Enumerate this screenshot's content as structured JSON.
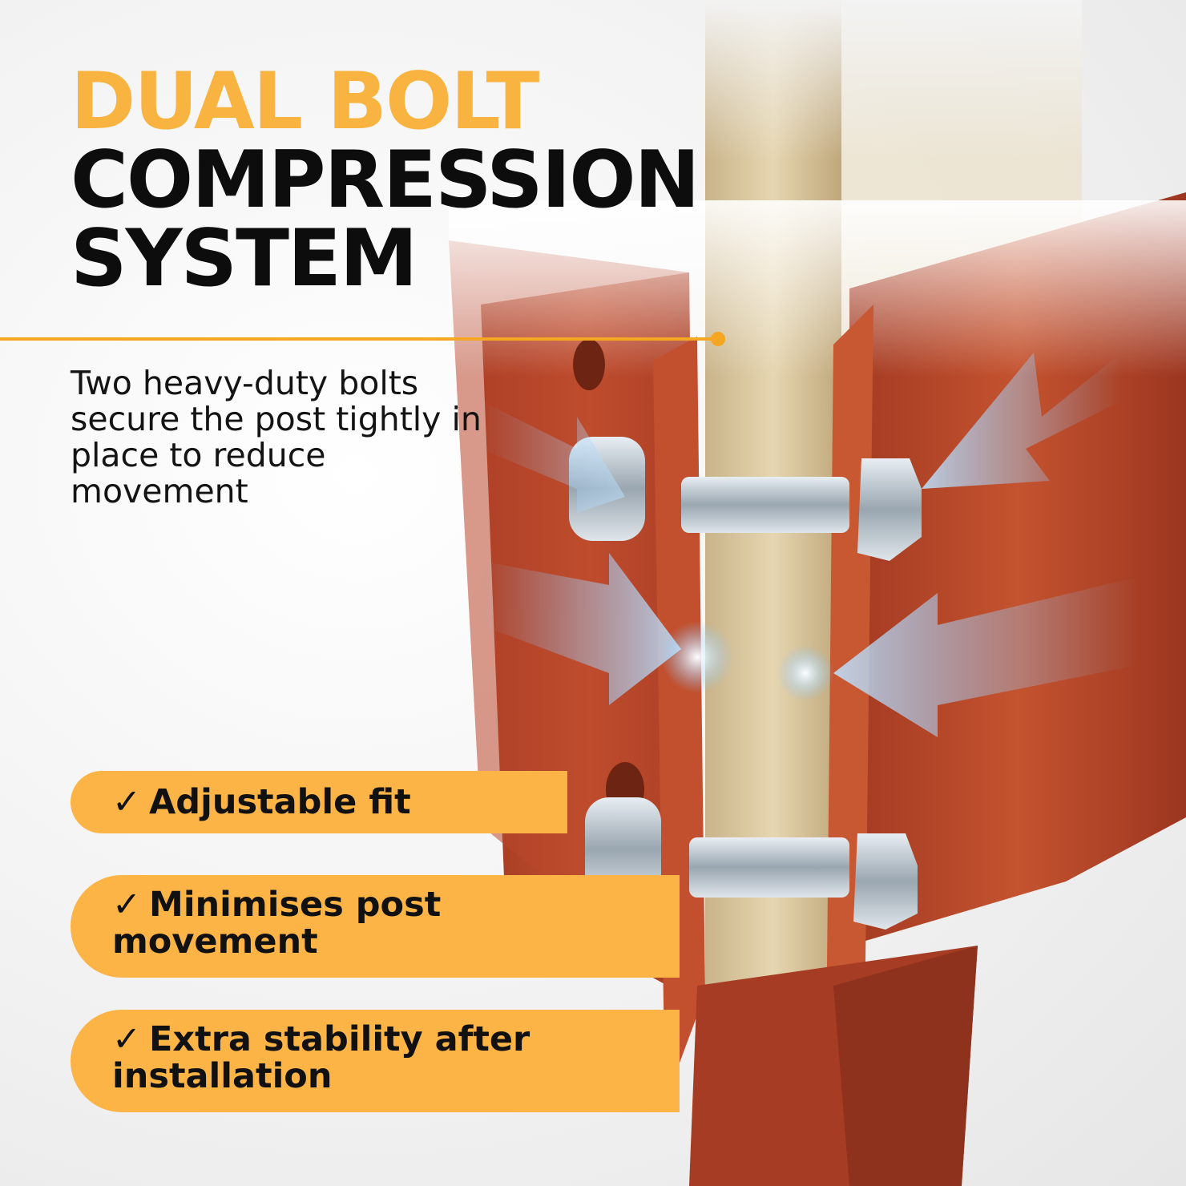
{
  "headline": {
    "line1": "DUAL BOLT",
    "line2": "COMPRESSION",
    "line3": "SYSTEM"
  },
  "description": "Two heavy-duty bolts secure the post tightly in place to reduce movement",
  "features": [
    {
      "check": "✓",
      "label": "Adjustable fit"
    },
    {
      "check": "✓",
      "label": "Minimises post movement"
    },
    {
      "check": "✓",
      "label": "Extra stability after installation"
    }
  ],
  "colors": {
    "accent": "#f9b340",
    "pill": "#fbb445",
    "bracket": "#b5452a",
    "arrow": "#7ec3ff"
  },
  "icons": [
    "check-icon",
    "compression-arrow-icon"
  ]
}
